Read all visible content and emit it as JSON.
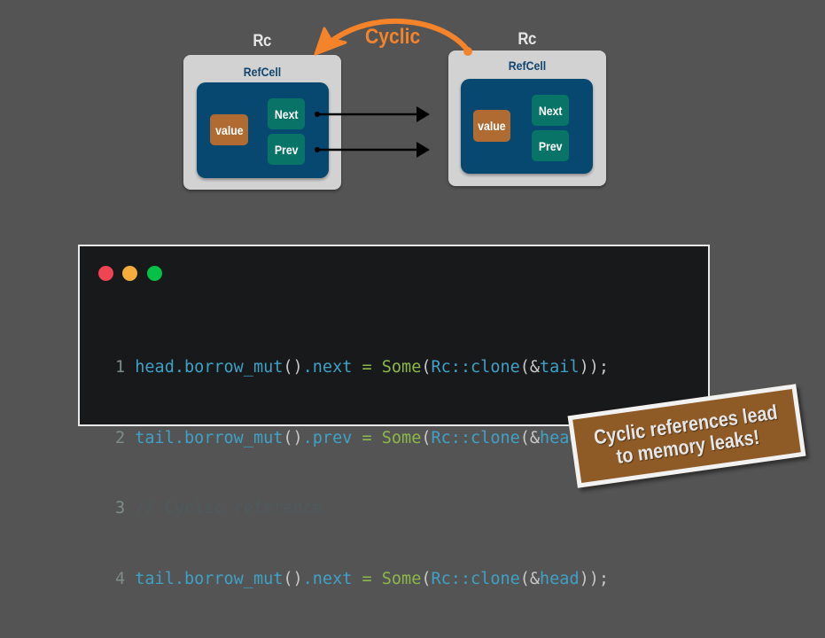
{
  "diagram": {
    "nodes": [
      {
        "rc_label": "Rc",
        "refcell_label": "RefCell",
        "value_label": "value",
        "next_label": "Next",
        "prev_label": "Prev"
      },
      {
        "rc_label": "Rc",
        "refcell_label": "RefCell",
        "value_label": "value",
        "next_label": "Next",
        "prev_label": "Prev"
      }
    ],
    "cyclic_arrow_label": "Cyclic",
    "colors": {
      "background": "#545454",
      "rc_box": "#d2d2d2",
      "refcell_box": "#06486f",
      "value_box": "#b06b32",
      "pointer_box": "#087468",
      "cyclic_arrow": "#f4832a",
      "pointer_arrow": "#000000"
    }
  },
  "code_window": {
    "traffic_lights": [
      {
        "name": "close",
        "color": "#f04452"
      },
      {
        "name": "minimize",
        "color": "#f6ac3d"
      },
      {
        "name": "maximize",
        "color": "#05c148"
      }
    ],
    "lines": [
      {
        "number": "1",
        "text": "head.borrow_mut().next = Some(Rc::clone(&tail));"
      },
      {
        "number": "2",
        "text": "tail.borrow_mut().prev = Some(Rc::clone(&head));"
      },
      {
        "number": "3",
        "text": "// Cyclic reference"
      },
      {
        "number": "4",
        "text": "tail.borrow_mut().next = Some(Rc::clone(&head));"
      }
    ]
  },
  "callout": {
    "line1": "Cyclic references lead",
    "line2": "to memory leaks!"
  }
}
